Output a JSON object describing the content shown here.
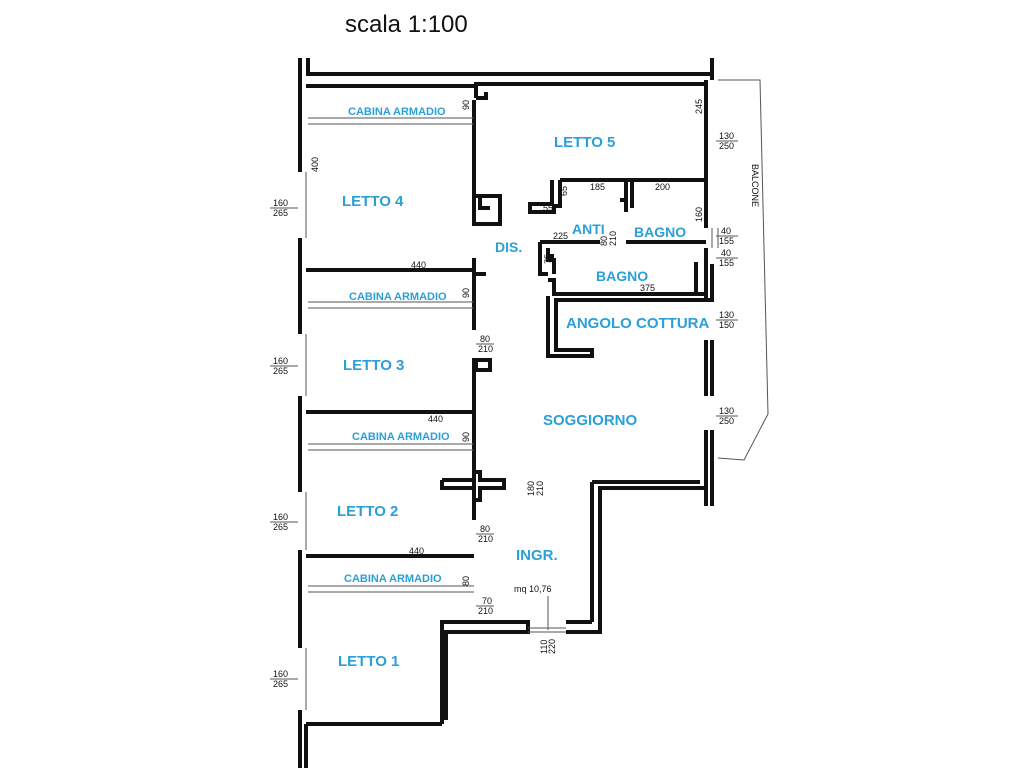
{
  "scale_label": "scala 1:100",
  "rooms": {
    "cabina_armadio_1": "CABINA ARMADIO",
    "cabina_armadio_2": "CABINA ARMADIO",
    "cabina_armadio_3": "CABINA ARMADIO",
    "cabina_armadio_4": "CABINA ARMADIO",
    "letto_1": "LETTO 1",
    "letto_2": "LETTO 2",
    "letto_3": "LETTO 3",
    "letto_4": "LETTO 4",
    "letto_5": "LETTO 5",
    "dis": "DIS.",
    "anti": "ANTI",
    "bagno_1": "BAGNO",
    "bagno_2": "BAGNO",
    "angolo_cottura": "ANGOLO COTTURA",
    "soggiorno": "SOGGIORNO",
    "ingr": "INGR.",
    "balcone": "BALCONE"
  },
  "dimensions": {
    "d90_a": "90",
    "d400": "400",
    "d245": "245",
    "d130_250_a_top": "130",
    "d130_250_a_bot": "250",
    "d160_265_a_top": "160",
    "d160_265_a_bot": "265",
    "d185": "185",
    "d200": "200",
    "d65": "65",
    "d55": "55",
    "d225": "225",
    "d80_210_a_top": "80",
    "d80_210_a_bot": "210",
    "d160_v": "160",
    "d40_155_a_top": "40",
    "d40_155_a_bot": "155",
    "d40_155_b_top": "40",
    "d40_155_b_bot": "155",
    "d75": "75",
    "d440_a": "440",
    "d90_b": "90",
    "d375": "375",
    "d130_150_top": "130",
    "d130_150_bot": "150",
    "d80_210_b_top": "80",
    "d80_210_b_bot": "210",
    "d160_265_b_top": "160",
    "d160_265_b_bot": "265",
    "d440_b": "440",
    "d90_c": "90",
    "d130_250_b_top": "130",
    "d130_250_b_bot": "250",
    "d180_210_top": "180",
    "d180_210_bot": "210",
    "d160_265_c_top": "160",
    "d160_265_c_bot": "265",
    "d80_210_c_top": "80",
    "d80_210_c_bot": "210",
    "d440_c": "440",
    "d80_d": "80",
    "area": "mq 10,76",
    "d70_210_top": "70",
    "d70_210_bot": "210",
    "d110_220_top": "110",
    "d110_220_bot": "220",
    "d160_265_d_top": "160",
    "d160_265_d_bot": "265"
  }
}
